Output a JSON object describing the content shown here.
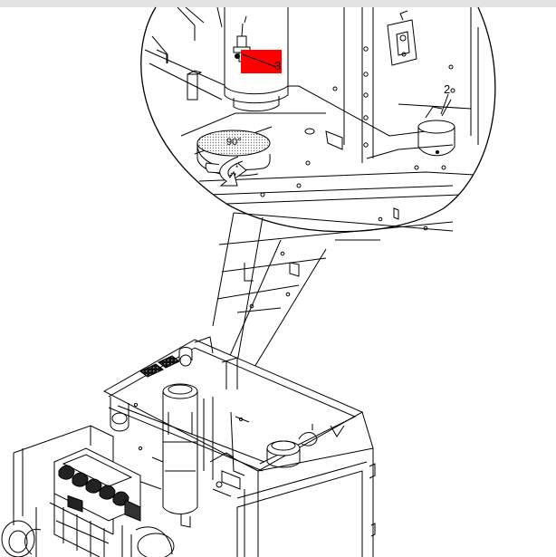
{
  "labels": {
    "rotation": "90°",
    "callout_2": "2",
    "callout_3": "3"
  },
  "colors": {
    "highlight": "#ff0000",
    "line": "#000000",
    "mesh": "#555555",
    "topbar": "#e3e3e3"
  },
  "icons": {
    "rotation_arrow": "rotate-90-arrow-icon"
  }
}
